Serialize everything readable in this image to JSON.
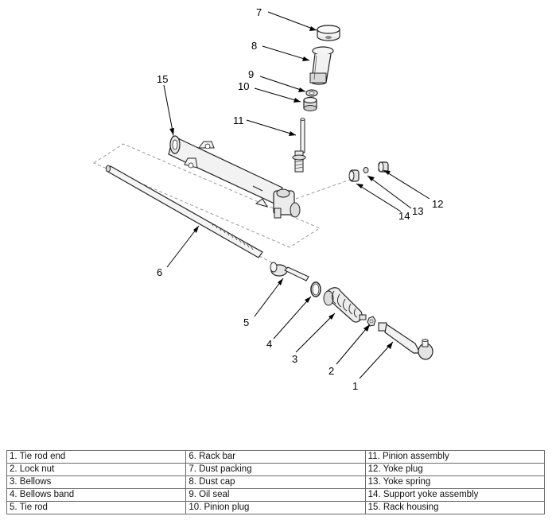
{
  "callouts": [
    "1",
    "2",
    "3",
    "4",
    "5",
    "6",
    "7",
    "8",
    "9",
    "10",
    "11",
    "12",
    "13",
    "14",
    "15"
  ],
  "legend": {
    "columns": [
      [
        "1. Tie rod end",
        "2. Lock nut",
        "3. Bellows",
        "4. Bellows band",
        "5. Tie rod"
      ],
      [
        "6. Rack bar",
        "7. Dust packing",
        "8. Dust cap",
        "9. Oil seal",
        "10. Pinion plug"
      ],
      [
        "11. Pinion assembly",
        "12. Yoke plug",
        "13. Yoke spring",
        "14. Support yoke assembly",
        "15. Rack housing"
      ]
    ]
  }
}
